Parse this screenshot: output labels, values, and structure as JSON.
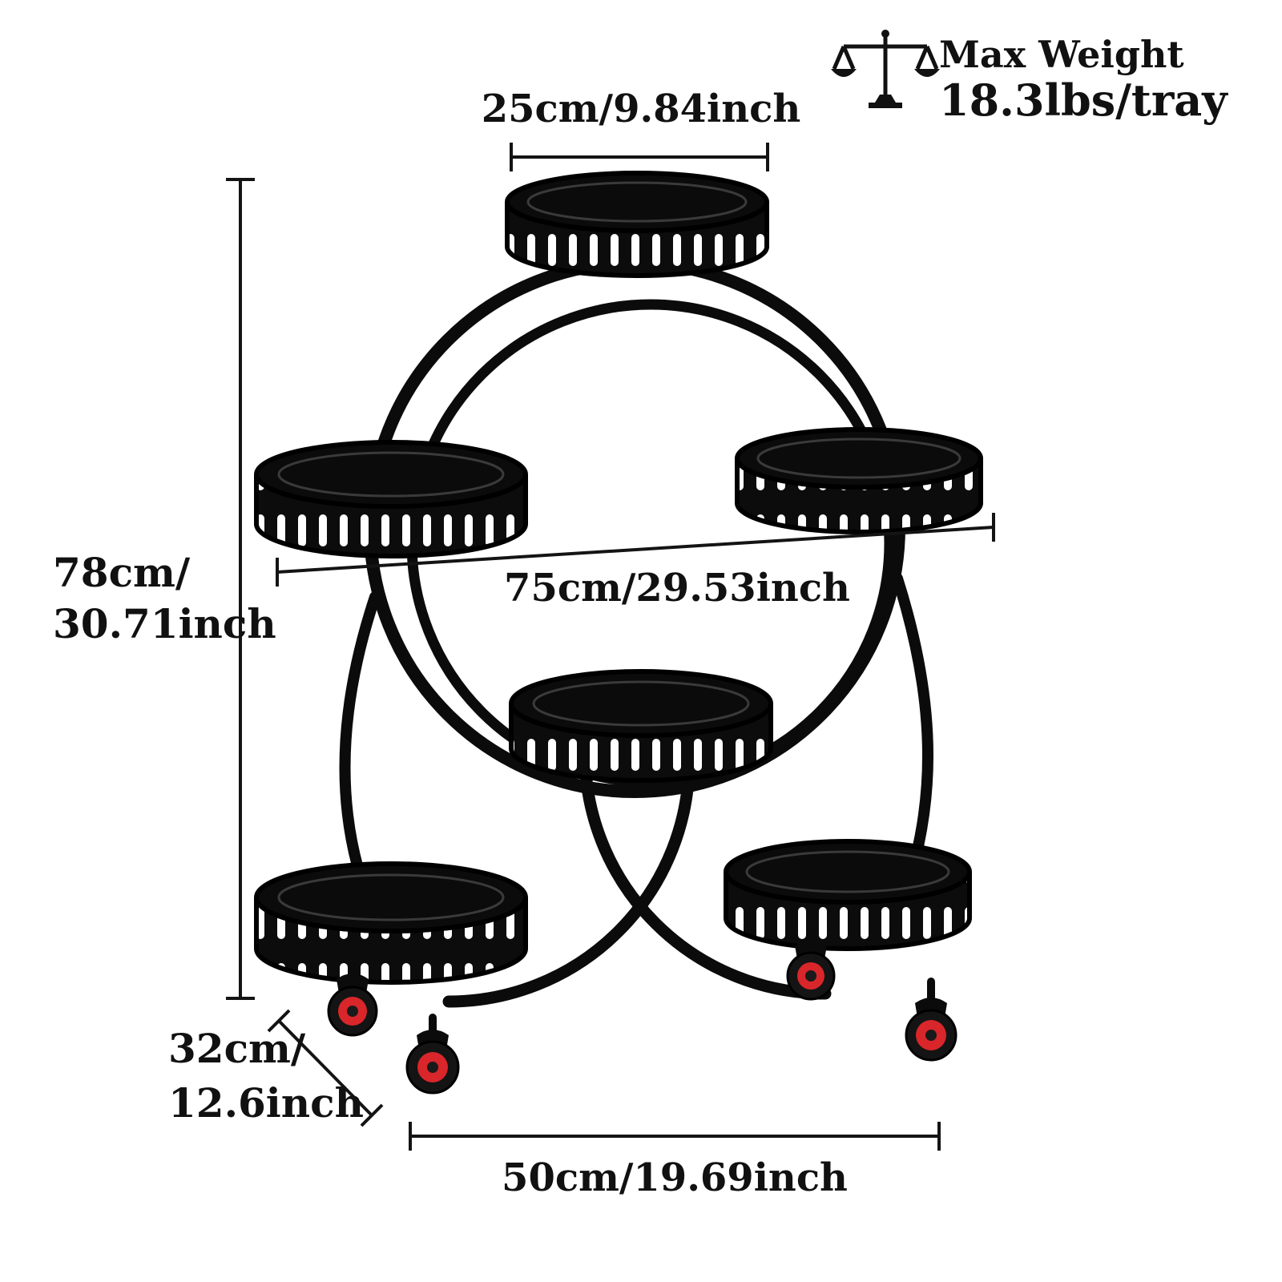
{
  "max_weight": {
    "label": "Max Weight",
    "value": "18.3lbs/tray"
  },
  "dimensions": {
    "top_tray_width": "25cm/9.84inch",
    "height_line1": "78cm/",
    "height_line2": "30.71inch",
    "middle_width": "75cm/29.53inch",
    "depth_line1": "32cm/",
    "depth_line2": "12.6inch",
    "base_width": "50cm/19.69inch"
  },
  "colors": {
    "background": "#ffffff",
    "stand": "#0b0b0b",
    "dimension_line": "#141414",
    "wheel_accent": "#d8262a"
  }
}
